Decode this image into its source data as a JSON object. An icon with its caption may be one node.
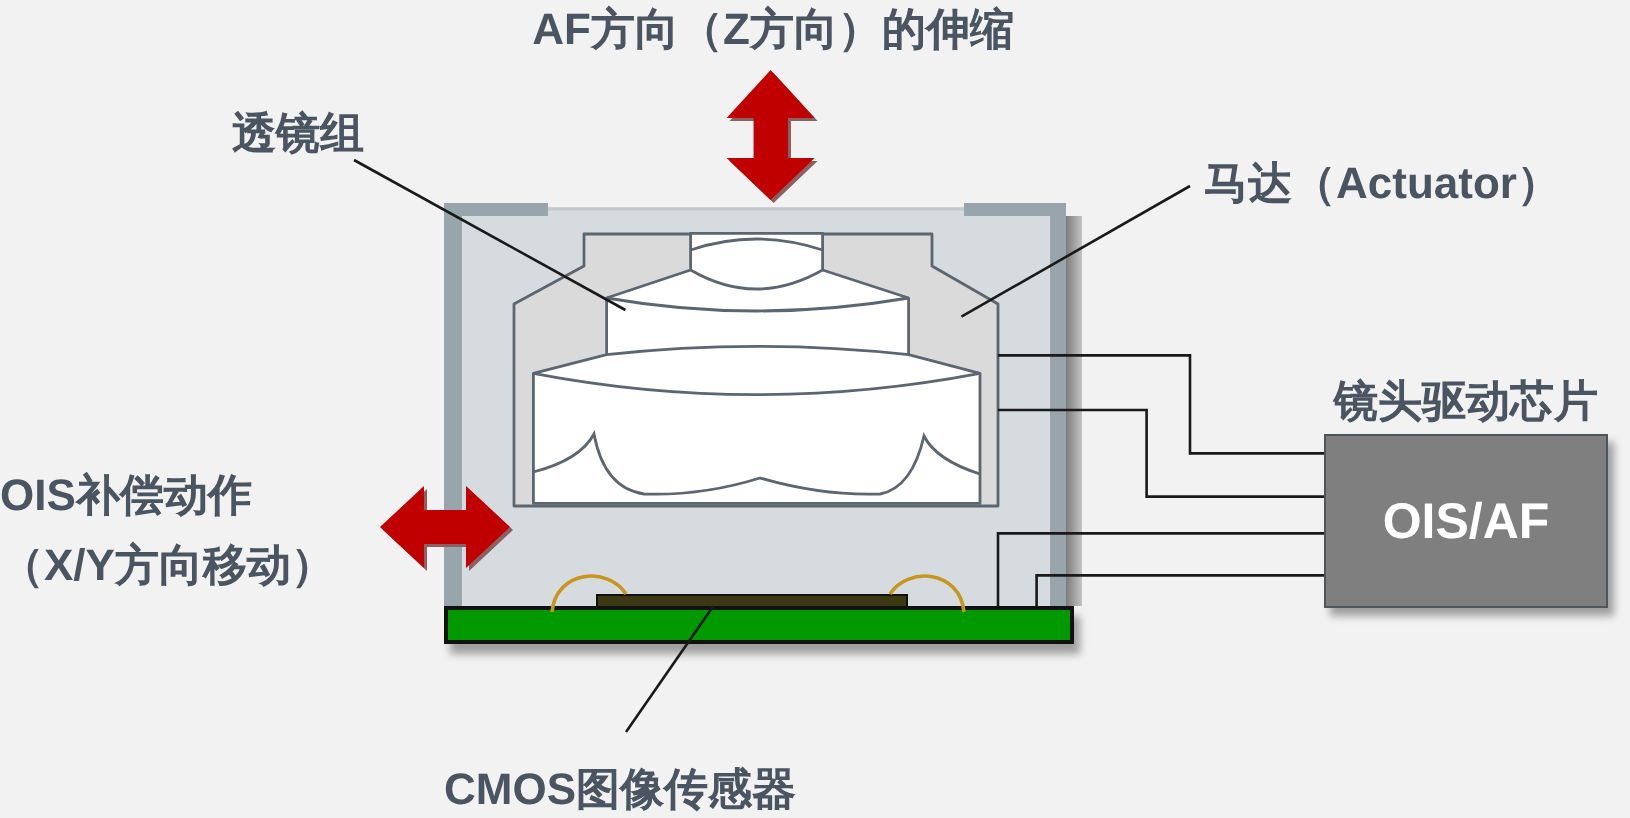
{
  "diagram": {
    "nodes": [
      {
        "text": [
          "透镜组"
        ]
      },
      {
        "text": [
          "马达（Actuator）"
        ]
      },
      {
        "text": [],
        "shape": "picture"
      },
      {
        "text": [],
        "shape": "picture",
        "in": 2
      },
      {
        "text": [
          "镜头驱动芯片",
          "OIS/AF"
        ]
      },
      {
        "text": [],
        "shape": "bar"
      },
      {
        "text": [],
        "shape": "bar"
      },
      {
        "text": [
          "CMOS图像传感器"
        ]
      }
    ],
    "edges": [
      {
        "from": 0,
        "to": 3,
        "arrow": "none"
      },
      {
        "from": 1,
        "to": 2,
        "arrow": "none"
      },
      {
        "from": 2,
        "to": 4,
        "arrow": "none"
      },
      {
        "from": 2,
        "to": 4,
        "arrow": "none"
      },
      {
        "from": 6,
        "to": 4,
        "arrow": "none"
      },
      {
        "from": 6,
        "to": 4,
        "arrow": "none"
      },
      {
        "from": 5,
        "to": 6,
        "arrow": "none",
        "color": "#c8961e"
      },
      {
        "from": 5,
        "to": 6,
        "arrow": "none",
        "color": "#c8961e"
      },
      {
        "from": 7,
        "to": 5,
        "arrow": "none"
      }
    ],
    "labels": [
      "AF方向（Z方向）的伸缩",
      "OIS补偿动作（X/Y方向移动）"
    ]
  }
}
